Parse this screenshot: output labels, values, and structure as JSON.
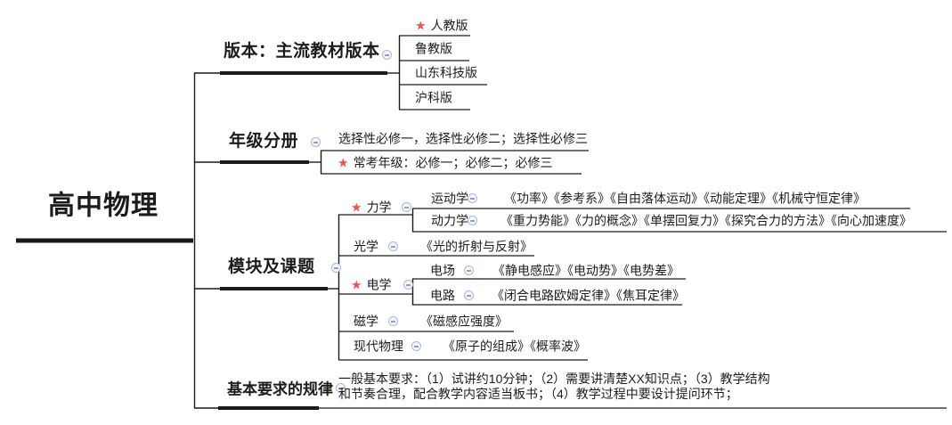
{
  "colors": {
    "background": "#ffffff",
    "text": "#1c1c1c",
    "line": "#1a1a1a",
    "star": "#ea5350",
    "collapse_border": "#a9b6e0",
    "collapse_bg": "#f6f8fe",
    "collapse_minus": "#8b9fd4"
  },
  "icons": {
    "star_glyph": "★"
  },
  "root": {
    "label": "高中物理"
  },
  "branches": {
    "version": {
      "label": "版本：主流教材版本",
      "children": {
        "renjiao": {
          "starred": true,
          "label": "人教版"
        },
        "lujiao": {
          "starred": false,
          "label": "鲁教版"
        },
        "shandong": {
          "starred": false,
          "label": "山东科技版"
        },
        "huke": {
          "starred": false,
          "label": "沪科版"
        }
      }
    },
    "grade": {
      "label": "年级分册",
      "children": {
        "elective": {
          "starred": false,
          "label": "选择性必修一，选择性必修二；选择性必修三"
        },
        "common": {
          "starred": true,
          "label": "常考年级：必修一；必修二；必修三"
        }
      }
    },
    "modules": {
      "label": "模块及课题",
      "children": {
        "mechanics": {
          "starred": true,
          "label": "力学",
          "children": {
            "kinematics": {
              "label": "运动学",
              "topics": "《功率》《参考系》《自由落体运动》《动能定理》《机械守恒定律》"
            },
            "dynamics": {
              "label": "动力学",
              "topics": "《重力势能》《力的概念》《单摆回复力》《探究合力的方法》《向心加速度》"
            }
          }
        },
        "optics": {
          "starred": false,
          "label": "光学",
          "topics": "《光的折射与反射》"
        },
        "electricity": {
          "starred": true,
          "label": "电学",
          "children": {
            "field": {
              "label": "电场",
              "topics": "《静电感应》《电动势》《电势差》"
            },
            "circuit": {
              "label": "电路",
              "topics": "《闭合电路欧姆定律》《焦耳定律》"
            }
          }
        },
        "magnetism": {
          "starred": false,
          "label": "磁学",
          "topics": "《磁感应强度》"
        },
        "modern": {
          "starred": false,
          "label": "现代物理",
          "topics": "《原子的组成》《概率波》"
        }
      }
    },
    "requirements": {
      "label": "基本要求的规律",
      "children": {
        "general": {
          "line1": "一般基本要求：（1）试讲约10分钟；（2）需要讲清楚XX知识点；（3）教学结构",
          "line2": "和节奏合理，配合教学内容适当板书；（4）教学过程中要设计提问环节；"
        }
      }
    }
  }
}
